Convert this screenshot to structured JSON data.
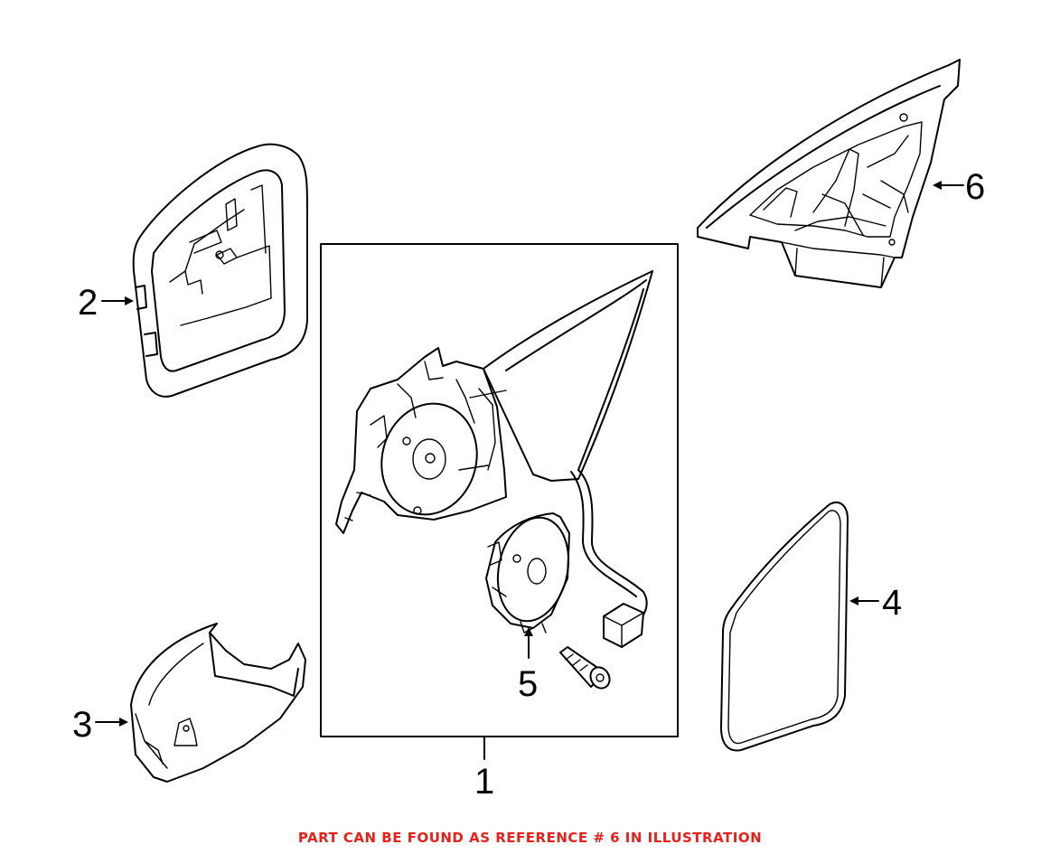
{
  "diagram": {
    "callouts": {
      "c1": "1",
      "c2": "2",
      "c3": "3",
      "c4": "4",
      "c5": "5",
      "c6": "6"
    },
    "parts": [
      {
        "ref": "1",
        "icon": "mirror-assembly-icon"
      },
      {
        "ref": "2",
        "icon": "mirror-housing-frame-icon"
      },
      {
        "ref": "3",
        "icon": "mirror-cover-cap-icon"
      },
      {
        "ref": "4",
        "icon": "mirror-glass-icon"
      },
      {
        "ref": "5",
        "icon": "mirror-motor-icon"
      },
      {
        "ref": "6",
        "icon": "mirror-base-bracket-icon"
      }
    ]
  },
  "footer": {
    "note": "PART CAN BE FOUND AS REFERENCE # 6 IN ILLUSTRATION",
    "note_color": "#e8201c"
  }
}
